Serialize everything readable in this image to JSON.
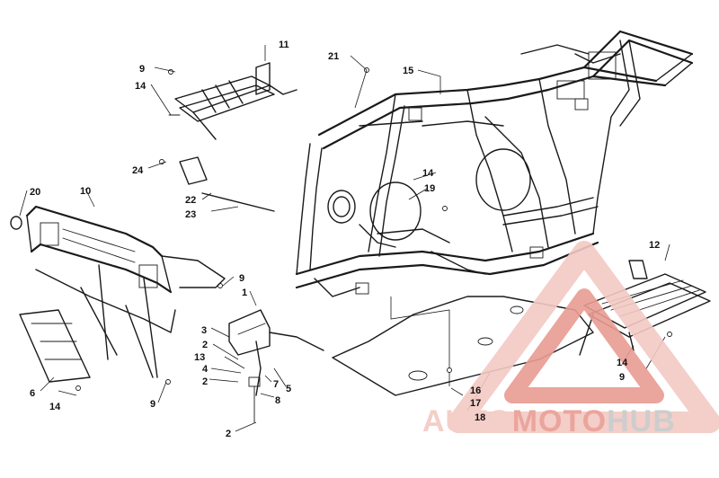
{
  "callouts": [
    "1",
    "2",
    "3",
    "4",
    "5",
    "6",
    "7",
    "8",
    "9",
    "10",
    "11",
    "12",
    "13",
    "14",
    "15",
    "16",
    "17",
    "18",
    "19",
    "20",
    "21",
    "22",
    "23",
    "24"
  ],
  "watermark": {
    "part1": "AUTO",
    "part2": "MOTO",
    "part3": "HUB",
    "color_light": "#f3c9c3",
    "color_mid": "#e89c92",
    "color_dark": "#c8c8c8"
  }
}
